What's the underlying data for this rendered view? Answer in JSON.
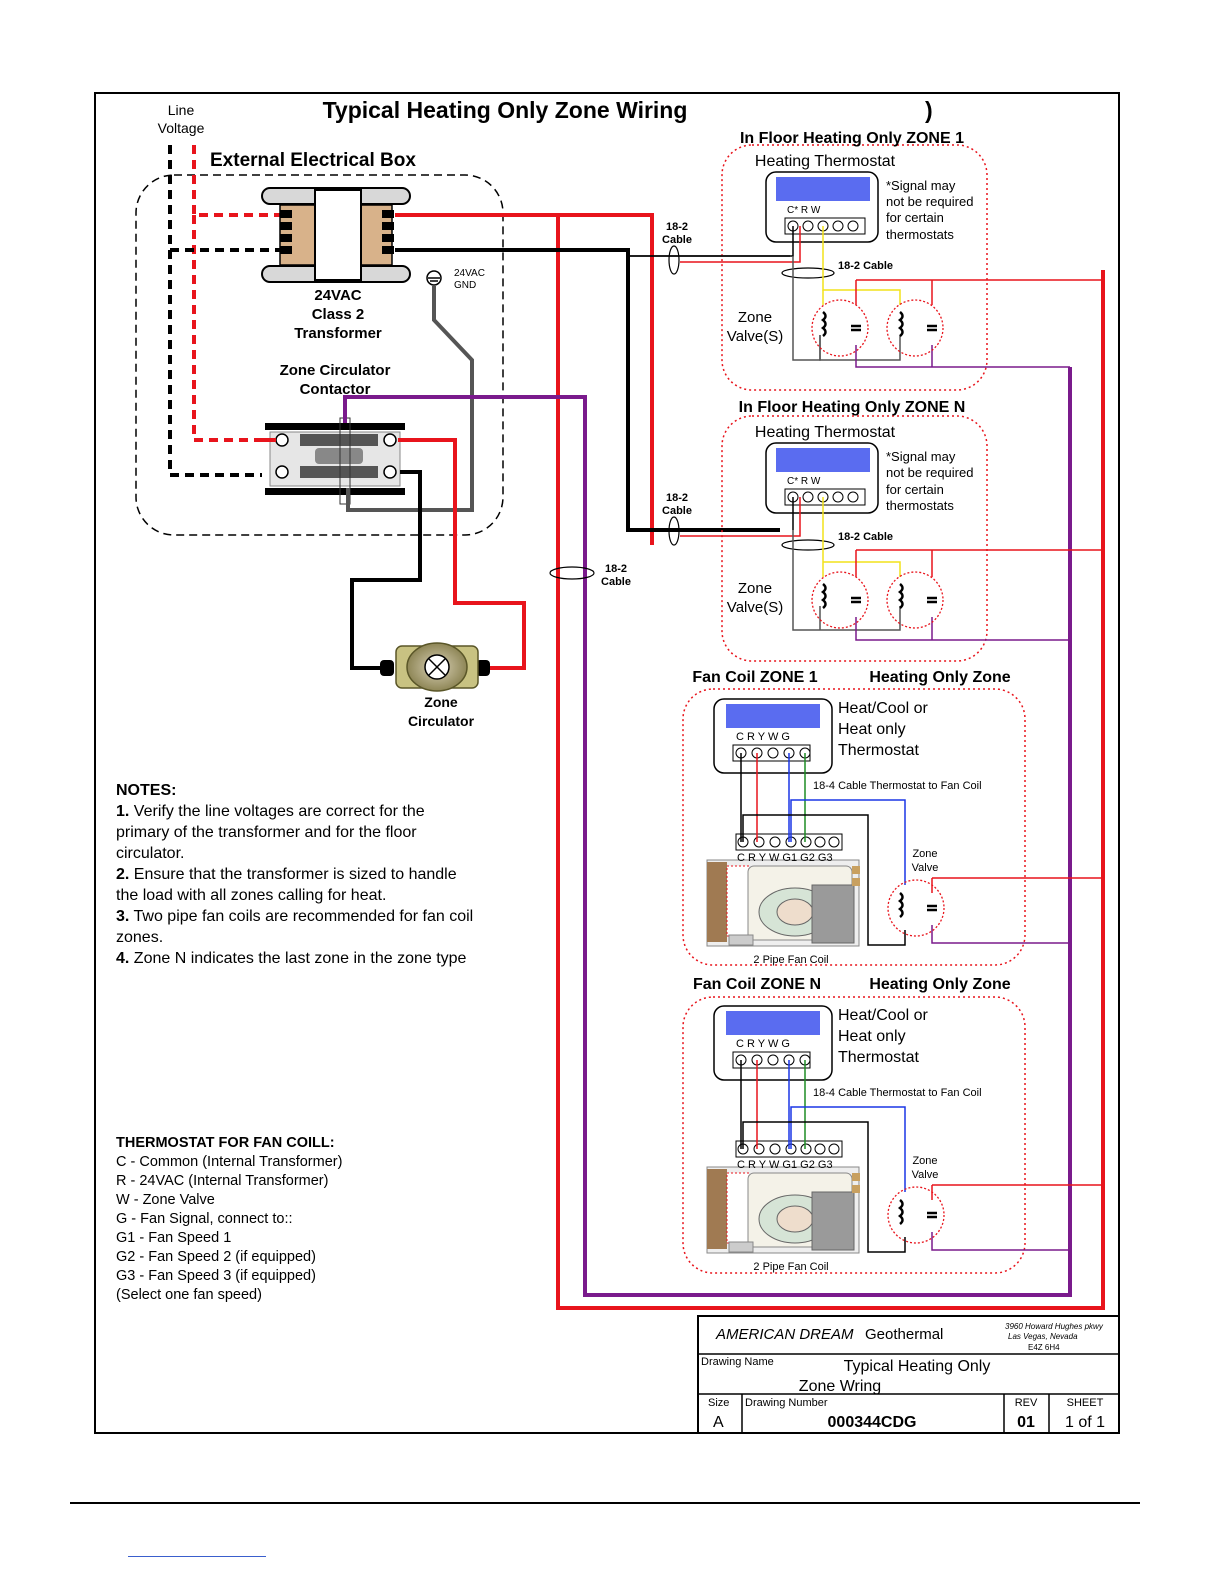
{
  "title": "Typical Heating Only Zone Wiring",
  "title_suffix": ")",
  "line_voltage": [
    "Line",
    "Voltage"
  ],
  "electrical_box": {
    "title": "External Electrical Box",
    "transformer": [
      "24VAC",
      "Class 2",
      "Transformer"
    ],
    "gnd": [
      "24VAC",
      "GND"
    ],
    "contactor": [
      "Zone Circulator",
      "Contactor"
    ]
  },
  "circulator": [
    "Zone",
    "Circulator"
  ],
  "cable_18_2": [
    "18-2",
    "Cable"
  ],
  "floor_zones": [
    {
      "title": "In Floor Heating Only ZONE 1",
      "thermostat": "Heating Thermostat",
      "terminals": "C* R  W",
      "signal_note": [
        "*Signal may",
        "not be required",
        "for certain",
        "thermostats"
      ],
      "cable": "18-2 Cable",
      "valve": [
        "Zone",
        "Valve(S)"
      ]
    },
    {
      "title": "In Floor Heating Only ZONE N",
      "thermostat": "Heating Thermostat",
      "terminals": "C* R  W",
      "signal_note": [
        "*Signal may",
        "not be required",
        "for certain",
        "thermostats"
      ],
      "cable": "18-2 Cable",
      "valve": [
        "Zone",
        "Valve(S)"
      ]
    }
  ],
  "fan_zones": [
    {
      "title": "Fan Coil ZONE 1",
      "subtitle": "Heating Only Zone",
      "thermostat": [
        "Heat/Cool or",
        "Heat only",
        "Thermostat"
      ],
      "terminals": "C  R  Y  W G",
      "cable": "18-4 Cable Thermostat to Fan Coil",
      "coil_terminals": "C  R  Y  W G1 G2 G3",
      "valve": [
        "Zone",
        "Valve"
      ],
      "coil": "2 Pipe Fan Coil"
    },
    {
      "title": "Fan Coil ZONE N",
      "subtitle": "Heating Only Zone",
      "thermostat": [
        "Heat/Cool or",
        "Heat only",
        "Thermostat"
      ],
      "terminals": "C  R  Y  W G",
      "cable": "18-4 Cable Thermostat to Fan Coil",
      "coil_terminals": "C  R  Y  W G1 G2 G3",
      "valve": [
        "Zone",
        "Valve"
      ],
      "coil": "2 Pipe Fan Coil"
    }
  ],
  "notes": {
    "heading": "NOTES:",
    "items": [
      {
        "num": "1.",
        "text": "Verify the line voltages are correct for the primary of the transformer and for the floor circulator."
      },
      {
        "num": "2.",
        "text": "Ensure that the transformer is sized to handle the load with all zones calling for heat."
      },
      {
        "num": "3.",
        "text": "Two pipe fan coils are recommended for fan coil zones."
      },
      {
        "num": "4.",
        "text": "Zone N indicates the last zone in the zone type"
      }
    ]
  },
  "legend": {
    "heading": "THERMOSTAT FOR FAN COILL:",
    "items": [
      "C   - Common (Internal Transformer)",
      "R   - 24VAC (Internal Transformer)",
      "W   - Zone Valve",
      "G   - Fan Signal, connect to::",
      "G1 - Fan Speed 1",
      "G2 - Fan Speed 2 (if equipped)",
      "G3 - Fan Speed 3 (if equipped)",
      "(Select one fan speed)"
    ]
  },
  "title_block": {
    "company": "AMERICAN DREAM",
    "company2": "Geothermal",
    "address": [
      "3960 Howard Hughes pkwy",
      "Las Vegas, Nevada",
      "E4Z 6H4"
    ],
    "drawing_name_label": "Drawing Name",
    "drawing_name": [
      "Typical Heating Only",
      "Zone Wring"
    ],
    "size_label": "Size",
    "size": "A",
    "number_label": "Drawing Number",
    "number": "000344CDG",
    "rev_label": "REV",
    "rev": "01",
    "sheet_label": "SHEET",
    "sheet": "1 of 1"
  },
  "colors": {
    "red": "#e8141c",
    "purple": "#7a1a8c",
    "yellow": "#f2e21a",
    "blue": "#1a36e6",
    "green": "#1e8c24",
    "lcd": "#5a6cf0",
    "dash_red": "#e8141c"
  }
}
